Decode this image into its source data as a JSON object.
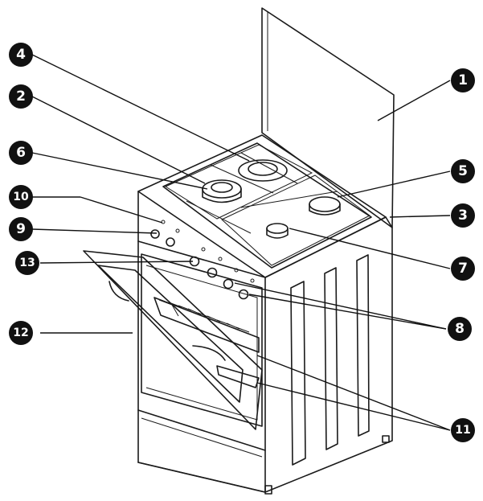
{
  "colors": {
    "ink": "#111111",
    "background": "#ffffff",
    "badge_text": "#ffffff"
  },
  "callouts": [
    {
      "id": "c1",
      "label": "1"
    },
    {
      "id": "c2",
      "label": "2"
    },
    {
      "id": "c3",
      "label": "3"
    },
    {
      "id": "c4",
      "label": "4"
    },
    {
      "id": "c5",
      "label": "5"
    },
    {
      "id": "c6",
      "label": "6"
    },
    {
      "id": "c7",
      "label": "7"
    },
    {
      "id": "c8",
      "label": "8"
    },
    {
      "id": "c9",
      "label": "9"
    },
    {
      "id": "c10",
      "label": "10"
    },
    {
      "id": "c11",
      "label": "11"
    },
    {
      "id": "c12",
      "label": "12"
    },
    {
      "id": "c13",
      "label": "13"
    }
  ]
}
